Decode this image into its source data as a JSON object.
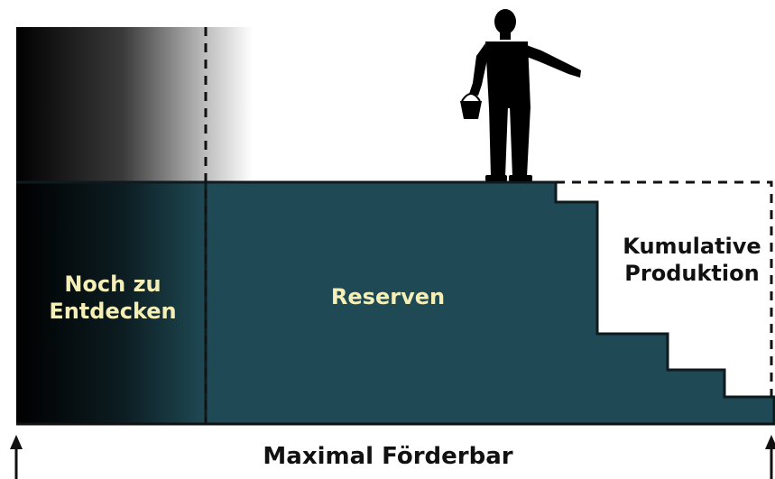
{
  "regions": {
    "undiscovered": {
      "line1": "Noch zu",
      "line2": "Entdecken"
    },
    "reserves": {
      "label": "Reserven"
    },
    "cumulative_production": {
      "line1": "Kumulative",
      "line2": "Produktion"
    }
  },
  "total_span": {
    "label": "Maximal Förderbar"
  },
  "colors": {
    "reserve_fill": "#1f4a55",
    "undiscovered_fill": "#000000",
    "label_cream": "#f4efb6",
    "outline": "#111111",
    "background": "#ffffff"
  },
  "icons": {
    "figure": "person-with-bucket-icon",
    "left_arrow": "arrow-up-icon",
    "right_arrow": "arrow-up-icon"
  }
}
